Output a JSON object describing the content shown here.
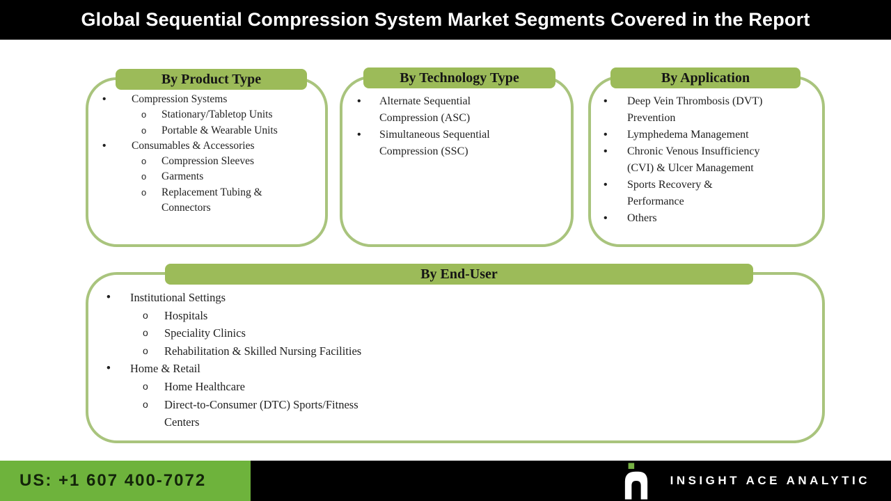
{
  "header": {
    "title": "Global Sequential Compression System Market Segments Covered in the Report"
  },
  "markers": {
    "level1": "•",
    "level2": "o"
  },
  "boxes": [
    {
      "title": "By Product Type",
      "items": [
        {
          "level": 1,
          "text": "Compression Systems"
        },
        {
          "level": 2,
          "text": "Stationary/Tabletop Units"
        },
        {
          "level": 2,
          "text": "Portable & Wearable Units"
        },
        {
          "level": 1,
          "text": "Consumables & Accessories"
        },
        {
          "level": 2,
          "text": "Compression Sleeves"
        },
        {
          "level": 2,
          "text": "Garments"
        },
        {
          "level": 2,
          "text": "Replacement Tubing &\nConnectors"
        }
      ]
    },
    {
      "title": "By Technology Type",
      "items": [
        {
          "level": 1,
          "text": "Alternate Sequential\nCompression (ASC)"
        },
        {
          "level": 1,
          "text": "Simultaneous Sequential\nCompression (SSC)"
        }
      ]
    },
    {
      "title": "By Application",
      "items": [
        {
          "level": 1,
          "text": "Deep Vein Thrombosis (DVT)\nPrevention"
        },
        {
          "level": 1,
          "text": "Lymphedema Management"
        },
        {
          "level": 1,
          "text": "Chronic Venous Insufficiency\n(CVI) & Ulcer Management"
        },
        {
          "level": 1,
          "text": "Sports Recovery &\nPerformance"
        },
        {
          "level": 1,
          "text": "Others"
        }
      ]
    },
    {
      "title": "By End-User",
      "items": [
        {
          "level": 1,
          "text": "Institutional Settings"
        },
        {
          "level": 2,
          "text": "Hospitals"
        },
        {
          "level": 2,
          "text": "Speciality Clinics"
        },
        {
          "level": 2,
          "text": "Rehabilitation & Skilled Nursing Facilities"
        },
        {
          "level": 1,
          "text": "Home & Retail"
        },
        {
          "level": 2,
          "text": "Home Healthcare"
        },
        {
          "level": 2,
          "text": "Direct-to-Consumer (DTC) Sports/Fitness\nCenters"
        }
      ]
    }
  ],
  "footer": {
    "phone": "US: +1 607 400-7072",
    "brand": "INSIGHT ACE ANALYTIC"
  },
  "colors": {
    "header_bg": "#000000",
    "banner_green": "#9cbb59",
    "border_green": "#a9c47d",
    "footer_green": "#6eb33c",
    "logo_green": "#76b043",
    "title_text": "#ffffff",
    "body_text": "#1f1f1f"
  }
}
